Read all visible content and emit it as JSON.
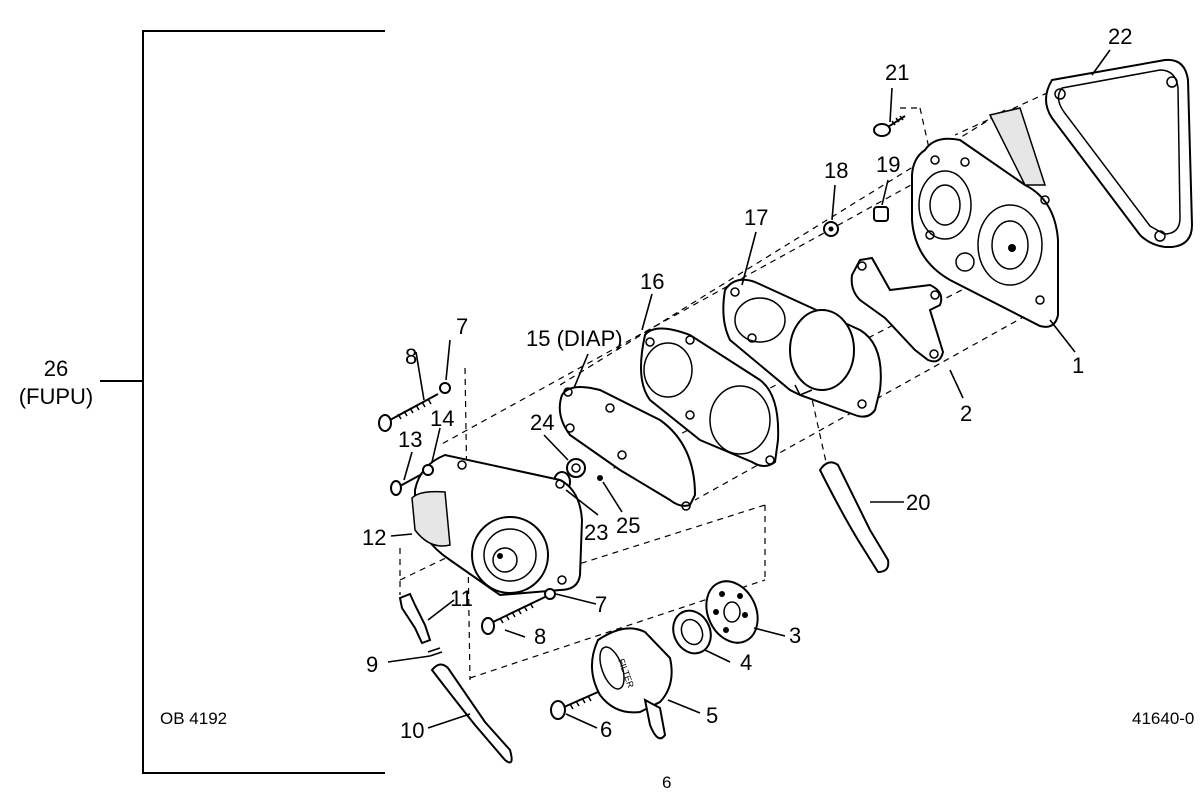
{
  "assembly": {
    "number": "26",
    "name": "(FUPU)"
  },
  "figure": {
    "ref_left": "OB 4192",
    "ref_right": "41640-0",
    "page_number": "6"
  },
  "callouts": {
    "p1": "1",
    "p2": "2",
    "p3": "3",
    "p4": "4",
    "p5": "5",
    "p6": "6",
    "p7a": "7",
    "p7b": "7",
    "p8a": "8",
    "p8b": "8",
    "p9": "9",
    "p10": "10",
    "p11": "11",
    "p12": "12",
    "p13": "13",
    "p14": "14",
    "p15": "15 (DIAP)",
    "p16": "16",
    "p17": "17",
    "p18": "18",
    "p19": "19",
    "p20": "20",
    "p21": "21",
    "p22": "22",
    "p23": "23",
    "p24": "24",
    "p25": "25"
  },
  "filter_cover_text": "FILTER"
}
